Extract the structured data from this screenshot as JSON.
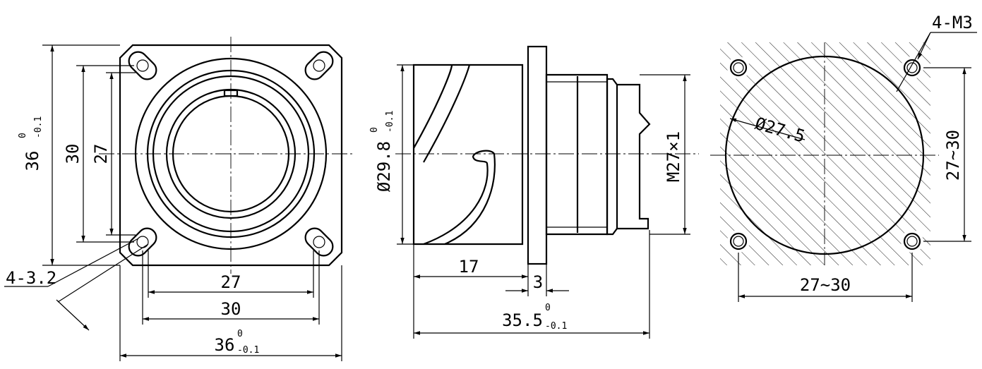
{
  "front_view": {
    "height_overall": {
      "main": "36",
      "upper": "0",
      "lower": "-0.1"
    },
    "height_outer_holes": "30",
    "height_inner_holes": "27",
    "width_inner_holes": "27",
    "width_outer_holes": "30",
    "width_overall": {
      "main": "36",
      "upper": "0",
      "lower": "-0.1"
    },
    "hole_callout": "4-3.2"
  },
  "side_view": {
    "diameter": {
      "main": "Ø29.8",
      "upper": "0",
      "lower": "-0.1"
    },
    "thread": "M27×1",
    "length_body": "17",
    "flange_thickness": "3",
    "length_overall": {
      "main": "35.5",
      "upper": "0",
      "lower": "-0.1"
    }
  },
  "panel_cutout": {
    "thread_callout": "4-M3",
    "cutout_diameter": "Ø27.5",
    "hole_spacing_vertical": "27~30",
    "hole_spacing_horizontal": "27~30"
  }
}
